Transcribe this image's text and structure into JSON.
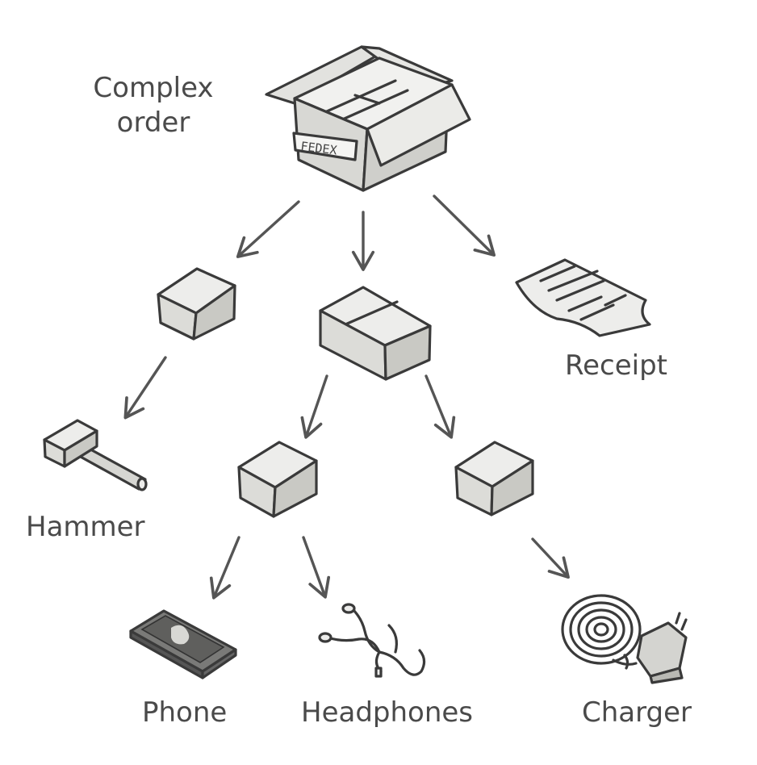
{
  "diagram": {
    "root_label": "Complex order",
    "root_label_lines": [
      "Complex",
      "order"
    ],
    "box_stamp": "FEDEX",
    "leaves": {
      "receipt": "Receipt",
      "hammer": "Hammer",
      "phone": "Phone",
      "headphones": "Headphones",
      "charger": "Charger"
    }
  },
  "colors": {
    "outline": "#3a3a3a",
    "box_face_light": "#ededeb",
    "box_face_mid": "#dcdcd8",
    "box_face_dark": "#c9c9c4",
    "arrow": "#555555",
    "label_text": "#4a4a4a"
  }
}
